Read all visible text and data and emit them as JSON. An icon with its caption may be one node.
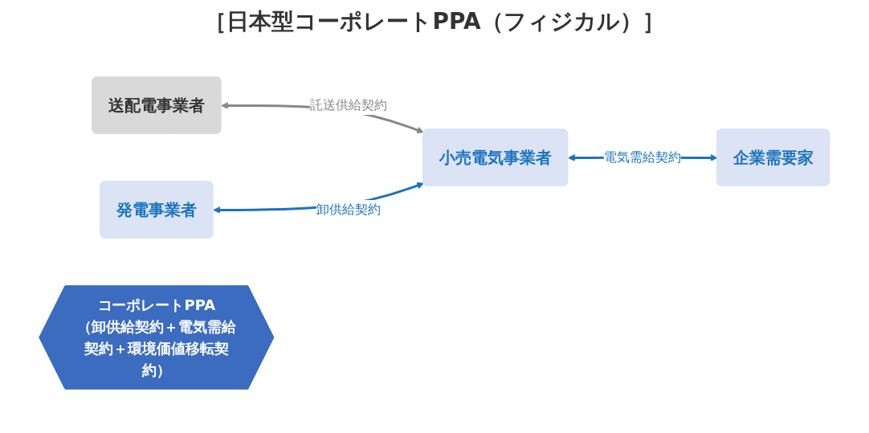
{
  "diagram": {
    "title": "［日本型コーポレートPPA（フィジカル）］",
    "nodes": [
      {
        "text": [
          "発電事業者"
        ]
      },
      {
        "text": [
          "送配電事業者"
        ]
      },
      {
        "text": [
          "小売電気事業者"
        ]
      },
      {
        "text": [
          "企業需要家"
        ]
      },
      {
        "text": [
          "コーポレートPPA",
          "（卸供給契約＋電気需給契約＋環境価値移転契約）"
        ]
      }
    ],
    "edges": [
      {
        "from": 1,
        "to": 2,
        "label": "託送供給契約",
        "arrow": "both",
        "color": "#888888"
      },
      {
        "from": 0,
        "to": 2,
        "label": "卸供給契約",
        "arrow": "both"
      },
      {
        "from": 2,
        "to": 3,
        "label": "電気需給契約",
        "arrow": "both"
      }
    ]
  }
}
